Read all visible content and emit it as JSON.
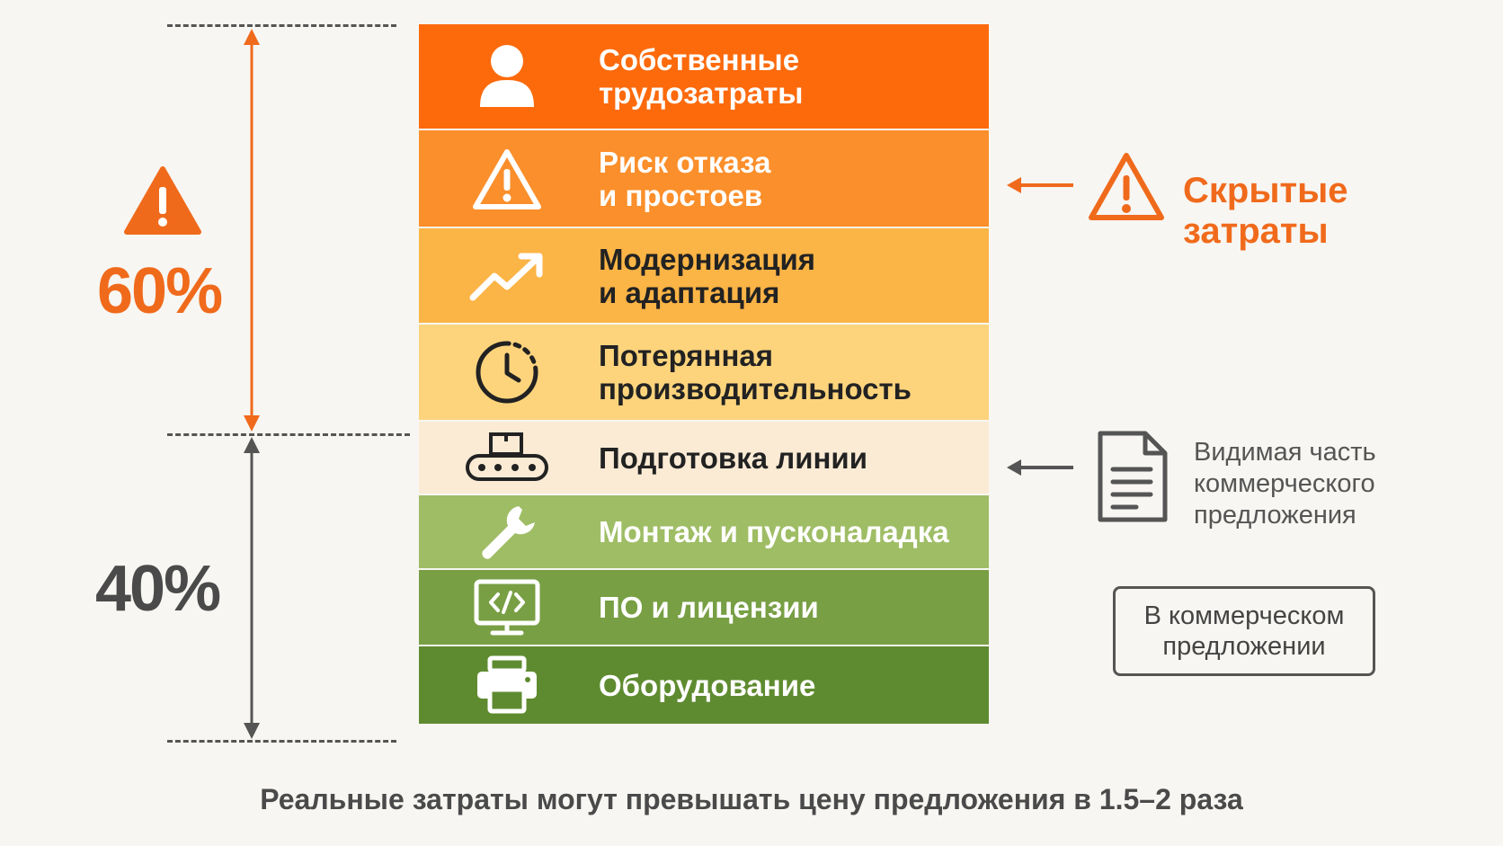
{
  "left": {
    "hidden_percent": "60%",
    "visible_percent": "40%",
    "hidden_color": "#f06a1c",
    "visible_color": "#4a4a4a"
  },
  "stack": {
    "items": [
      {
        "label": "Собственные\nтрудозатраты",
        "icon": "person-icon",
        "bg": "#fd6a0c",
        "text_color": "#ffffff"
      },
      {
        "label": "Риск отказа\nи простоев",
        "icon": "warning-icon",
        "bg": "#fb8f2b",
        "text_color": "#ffffff"
      },
      {
        "label": "Модернизация\nи адаптация",
        "icon": "trend-up-icon",
        "bg": "#fbb446",
        "text_color": "#222222"
      },
      {
        "label": "Потерянная\nпроизводительность",
        "icon": "clock-icon",
        "bg": "#fdd47c",
        "text_color": "#222222"
      },
      {
        "label": "Подготовка линии",
        "icon": "conveyor-icon",
        "bg": "#fbebd5",
        "text_color": "#222222"
      },
      {
        "label": "Монтаж и пусконаладка",
        "icon": "wrench-icon",
        "bg": "#9fbd65",
        "text_color": "#ffffff"
      },
      {
        "label": "ПО и лицензии",
        "icon": "code-monitor-icon",
        "bg": "#789f44",
        "text_color": "#ffffff"
      },
      {
        "label": "Оборудование",
        "icon": "printer-icon",
        "bg": "#5f8b30",
        "text_color": "#ffffff"
      }
    ]
  },
  "right": {
    "hidden_costs_label": "Скрытые затраты",
    "visible_part_label": "Видимая часть\nкоммерческого\nпредложения",
    "offer_box_label": "В коммерческом\nпредложении"
  },
  "footer": {
    "text": "Реальные затраты могут превышать цену предложения в 1.5–2 раза"
  }
}
